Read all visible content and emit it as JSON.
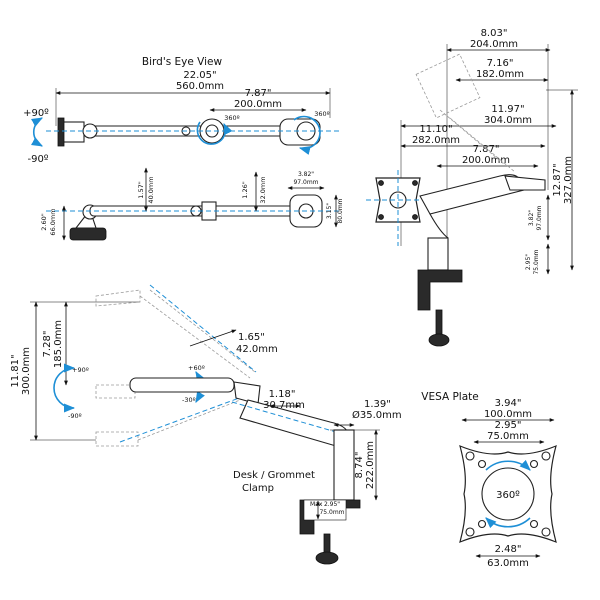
{
  "labels": {
    "birds_eye_view": "Bird's Eye View",
    "vesa_plate": "VESA Plate",
    "desk_grommet_line1": "Desk / Grommet",
    "desk_grommet_line2": "Clamp",
    "max_clamp": "Max",
    "deg_360": "360º",
    "plus90": "+90º",
    "minus90": "-90º",
    "plus60": "+60º",
    "minus30": "-30º"
  },
  "top_view": {
    "total_in": "22.05\"",
    "total_mm": "560.0mm",
    "segment_in": "7.87\"",
    "segment_mm": "200.0mm"
  },
  "side_view": {
    "arm_h_in": "1.57\"",
    "arm_h_mm": "40.0mm",
    "tilt_h_in": "1.26\"",
    "tilt_h_mm": "32.0mm",
    "base_h_in": "2.60\"",
    "base_h_mm": "66.0mm",
    "head_w_in": "3.82\"",
    "head_w_mm": "97.0mm",
    "head_h_in": "3.15\"",
    "head_h_mm": "80.0mm"
  },
  "front_view": {
    "w1_in": "8.03\"",
    "w1_mm": "204.0mm",
    "w2_in": "7.16\"",
    "w2_mm": "182.0mm",
    "w3_in": "11.97\"",
    "w3_mm": "304.0mm",
    "w4_in": "11.10\"",
    "w4_mm": "282.0mm",
    "w5_in": "7.87\"",
    "w5_mm": "200.0mm",
    "h_total_in": "12.87\"",
    "h_total_mm": "327.0mm",
    "h_head_in": "3.82\"",
    "h_head_mm": "97.0mm",
    "h_clamp_in": "2.95\"",
    "h_clamp_mm": "75.0mm"
  },
  "tilt_view": {
    "h_total_in": "11.81\"",
    "h_total_mm": "300.0mm",
    "h_mid_in": "7.28\"",
    "h_mid_mm": "185.0mm",
    "offset_in": "1.65\"",
    "offset_mm": "42.0mm",
    "joint_in": "1.18\"",
    "joint_mm": "30.7mm",
    "pole_d_in": "1.39\"",
    "pole_d_mm": "Ø35.0mm",
    "pole_h_in": "8.74\"",
    "pole_h_mm": "222.0mm",
    "clamp_max_in": "2.95\"",
    "clamp_max_mm": "75.0mm"
  },
  "vesa": {
    "outer_in": "3.94\"",
    "outer_mm": "100.0mm",
    "inner_in": "2.95\"",
    "inner_mm": "75.0mm",
    "bottom_in": "2.48\"",
    "bottom_mm": "63.0mm",
    "rotate": "360º"
  }
}
